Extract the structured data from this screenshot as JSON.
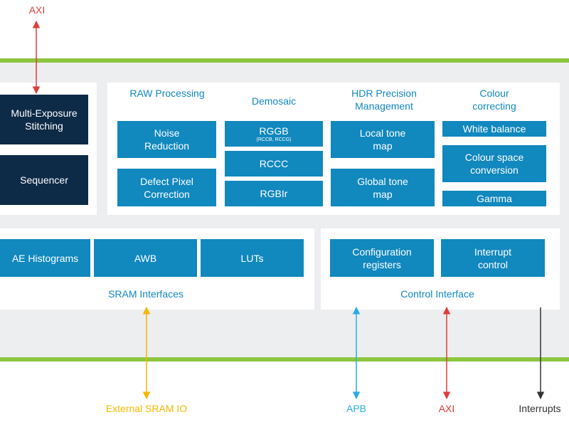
{
  "top_port": {
    "label": "AXI",
    "color": "#e03c3c"
  },
  "left_blocks": {
    "multi_exposure": "Multi-Exposure Stitching",
    "sequencer": "Sequencer"
  },
  "pipeline": {
    "raw": {
      "heading": "RAW Processing",
      "items": [
        "Noise Reduction",
        "Defect Pixel Correction"
      ]
    },
    "demosaic": {
      "heading": "Demosaic",
      "rggb": "RGGB",
      "rggb_sub": "(RCCB, RCCG)",
      "items": [
        "RCCC",
        "RGBIr"
      ]
    },
    "hdr": {
      "heading": "HDR Precision Management",
      "items": [
        "Local tone map",
        "Global tone map"
      ]
    },
    "colour": {
      "heading": "Colour correcting",
      "items": [
        "White balance",
        "Colour space conversion",
        "Gamma"
      ]
    }
  },
  "sram": {
    "items": [
      "AE Histograms",
      "AWB",
      "LUTs"
    ],
    "label": "SRAM Interfaces"
  },
  "control": {
    "items": [
      "Configuration registers",
      "Interrupt control"
    ],
    "label": "Control Interface"
  },
  "bottom_ports": {
    "sram_io": {
      "label": "External SRAM IO",
      "color": "#f5b800"
    },
    "apb": {
      "label": "APB",
      "color": "#29abe2"
    },
    "axi": {
      "label": "AXI",
      "color": "#e03c3c"
    },
    "interrupts": {
      "label": "Interrupts",
      "color": "#333333"
    }
  },
  "colors": {
    "block_blue": "#1188be",
    "block_dark": "#0d2a47",
    "bus_green": "#8dc63f",
    "background_grey": "#eceef0"
  }
}
